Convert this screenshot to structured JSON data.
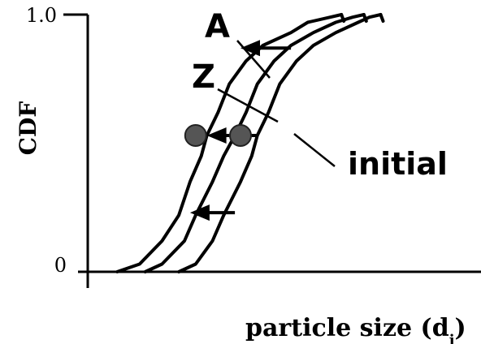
{
  "chart_data": {
    "type": "line",
    "xlabel": "particle size (d",
    "xlabel_subscript": "i",
    "xlabel_close": ")",
    "ylabel": "CDF",
    "y_ticks": [
      "1.0",
      "0"
    ],
    "ylim": [
      0,
      1
    ],
    "grid": false,
    "legend": "none",
    "series": [
      {
        "name": "A",
        "x": [
          0.18,
          0.22,
          0.26,
          0.29,
          0.31,
          0.33,
          0.34,
          0.36,
          0.38,
          0.41,
          0.44,
          0.49,
          0.52,
          0.56,
          0.58
        ],
        "y": [
          0.0,
          0.03,
          0.12,
          0.22,
          0.35,
          0.45,
          0.53,
          0.62,
          0.73,
          0.82,
          0.88,
          0.93,
          0.97,
          0.99,
          1.0
        ]
      },
      {
        "name": "Z",
        "x": [
          0.23,
          0.26,
          0.3,
          0.32,
          0.35,
          0.37,
          0.39,
          0.41,
          0.43,
          0.46,
          0.49,
          0.53,
          0.57,
          0.6,
          0.62
        ],
        "y": [
          0.0,
          0.03,
          0.12,
          0.22,
          0.35,
          0.45,
          0.53,
          0.62,
          0.73,
          0.82,
          0.88,
          0.93,
          0.97,
          0.99,
          1.0
        ]
      },
      {
        "name": "initial",
        "x": [
          0.29,
          0.32,
          0.35,
          0.37,
          0.4,
          0.42,
          0.43,
          0.45,
          0.47,
          0.5,
          0.53,
          0.57,
          0.61,
          0.63,
          0.65
        ],
        "y": [
          0.0,
          0.03,
          0.12,
          0.22,
          0.35,
          0.45,
          0.53,
          0.62,
          0.73,
          0.82,
          0.88,
          0.93,
          0.97,
          0.99,
          1.0
        ]
      }
    ],
    "markers": [
      {
        "x": 0.32,
        "y": 0.53,
        "label": ""
      },
      {
        "x": 0.4,
        "y": 0.53,
        "label": ""
      }
    ],
    "arrows": [
      {
        "from": [
          0.49,
          0.87
        ],
        "to": [
          0.4,
          0.87
        ]
      },
      {
        "from": [
          0.43,
          0.53
        ],
        "to": [
          0.34,
          0.53
        ]
      },
      {
        "from": [
          0.39,
          0.23
        ],
        "to": [
          0.31,
          0.23
        ]
      }
    ],
    "annotations": [
      {
        "text": "A",
        "target": "A",
        "size": "large"
      },
      {
        "text": "Z",
        "target": "Z",
        "size": "large"
      },
      {
        "text": "initial",
        "target": "initial",
        "size": "medium"
      }
    ]
  }
}
